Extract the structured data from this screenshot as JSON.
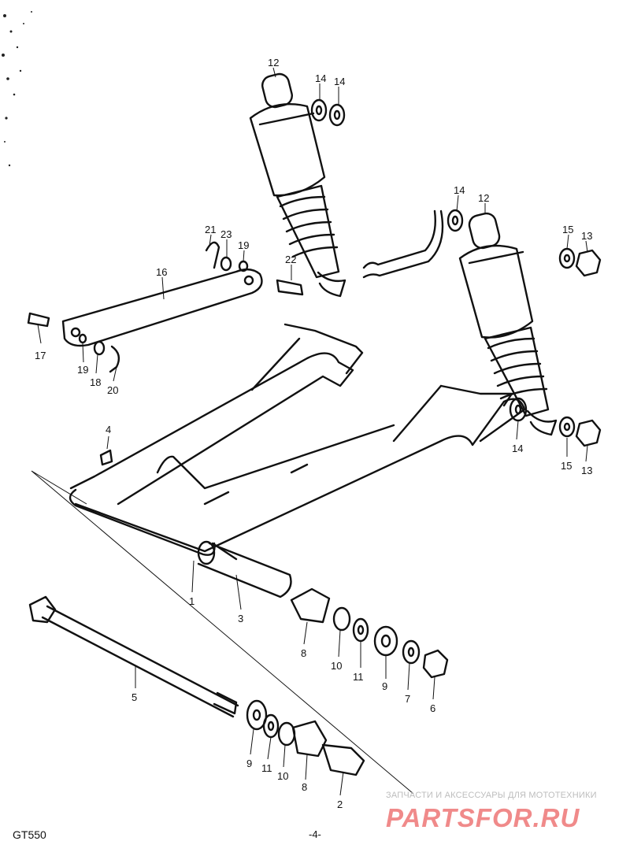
{
  "model": "GT550",
  "page_number": "-4-",
  "watermark": {
    "tagline": "ЗАПЧАСТИ И АКСЕССУАРЫ ДЛЯ МОТОТЕХНИКИ",
    "logo_text": "PARTSFOR.RU",
    "color": "#f08a8a"
  },
  "callouts": {
    "c1": "1",
    "c2": "2",
    "c3": "3",
    "c4": "4",
    "c5": "5",
    "c6": "6",
    "c7": "7",
    "c8a": "8",
    "c8b": "8",
    "c9a": "9",
    "c9b": "9",
    "c10a": "10",
    "c10b": "10",
    "c11a": "11",
    "c11b": "11",
    "c12a": "12",
    "c12b": "12",
    "c13a": "13",
    "c13b": "13",
    "c14a": "14",
    "c14b": "14",
    "c14c": "14",
    "c14d": "14",
    "c15a": "15",
    "c15b": "15",
    "c16": "16",
    "c17": "17",
    "c18": "18",
    "c19a": "19",
    "c19b": "19",
    "c20": "20",
    "c21": "21",
    "c22": "22",
    "c23": "23"
  }
}
